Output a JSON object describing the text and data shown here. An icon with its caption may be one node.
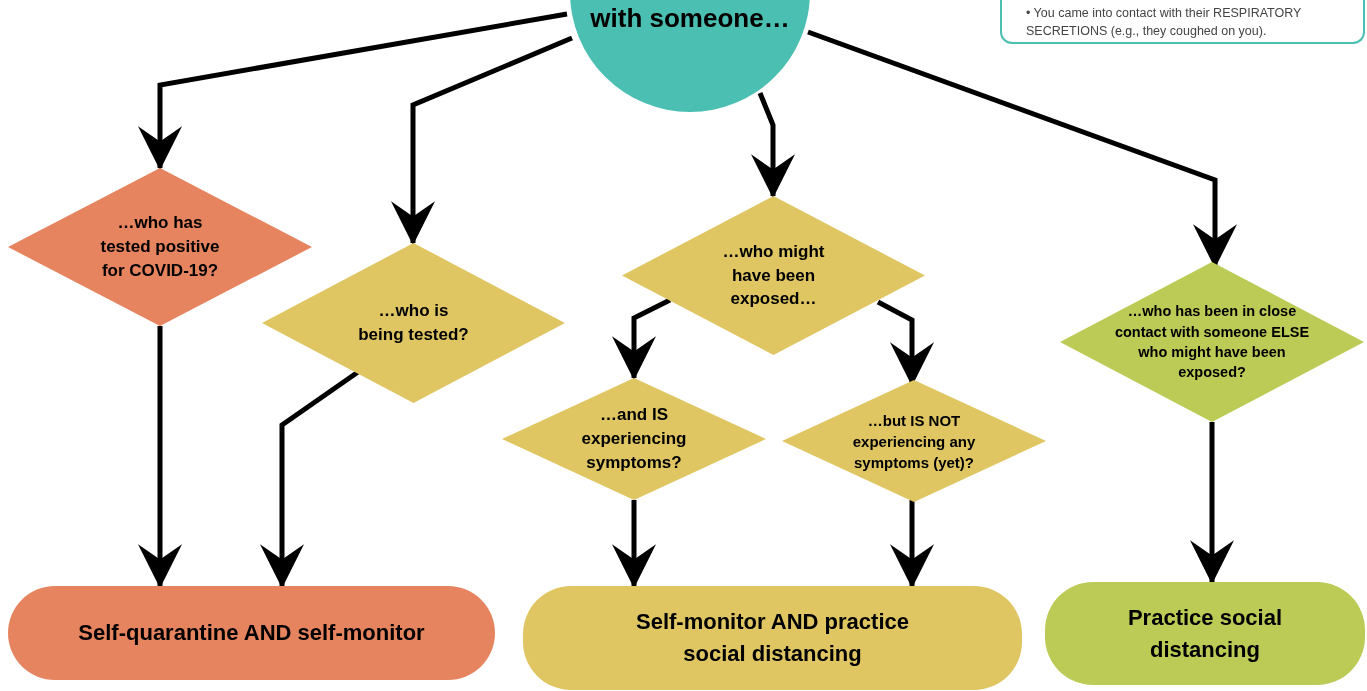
{
  "diagram": {
    "nodes": [
      {
        "text": [
          "with someone…"
        ]
      },
      {
        "text": [
          "…who has tested positive for COVID-19?"
        ]
      },
      {
        "text": [
          "…who is being tested?"
        ]
      },
      {
        "text": [
          "…who might have been exposed…"
        ]
      },
      {
        "text": [
          "…and IS experiencing symptoms?"
        ]
      },
      {
        "text": [
          "…but IS NOT experiencing any symptoms (yet)?"
        ]
      },
      {
        "text": [
          "…who has been in close contact with someone ELSE who might have been exposed?"
        ]
      },
      {
        "text": [
          "Self-quarantine AND self-monitor"
        ]
      },
      {
        "text": [
          "Self-monitor AND practice social distancing"
        ]
      },
      {
        "text": [
          "Practice social distancing"
        ]
      },
      {
        "text": [
          "• You came into contact with their RESPIRATORY SECRETIONS (e.g., they coughed on you)."
        ]
      }
    ],
    "edges": [
      {
        "from": 0,
        "to": 1,
        "arrow": "to"
      },
      {
        "from": 0,
        "to": 2,
        "arrow": "to"
      },
      {
        "from": 0,
        "to": 3,
        "arrow": "to"
      },
      {
        "from": 0,
        "to": 6,
        "arrow": "to"
      },
      {
        "from": 3,
        "to": 4,
        "arrow": "to"
      },
      {
        "from": 3,
        "to": 5,
        "arrow": "to"
      },
      {
        "from": 1,
        "to": 7,
        "arrow": "to"
      },
      {
        "from": 2,
        "to": 7,
        "arrow": "to"
      },
      {
        "from": 4,
        "to": 8,
        "arrow": "to"
      },
      {
        "from": 5,
        "to": 8,
        "arrow": "to"
      },
      {
        "from": 6,
        "to": 9,
        "arrow": "to"
      }
    ]
  }
}
